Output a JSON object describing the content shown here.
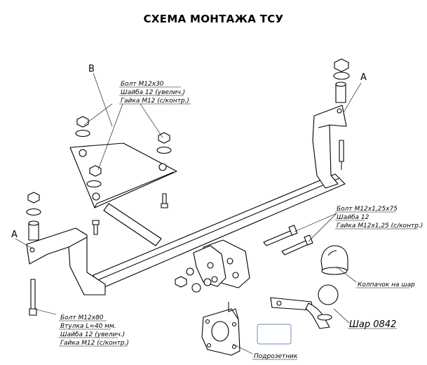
{
  "title": "СХЕМА МОНТАЖА ТСУ",
  "markers": {
    "a_right": "A",
    "a_left": "A",
    "b": "B"
  },
  "callout_b": [
    "Болт М12х30",
    "Шайба 12 (увелич.)",
    "Гайка М12 (с/контр.)"
  ],
  "callout_right": [
    "Болт М12х1,25х75",
    "Шайба 12",
    "Гайка М12х1,25 (с/контр.)"
  ],
  "callout_left": [
    "Болт М12х80",
    "Втулка L=40 мм.",
    "Шайба 12 (увелич.)",
    "Гайка М12 (с/контр.)"
  ],
  "cap_label": "Колпачок на шар",
  "ball_label": "Шар 0842",
  "socket_label": "Подрозетник"
}
